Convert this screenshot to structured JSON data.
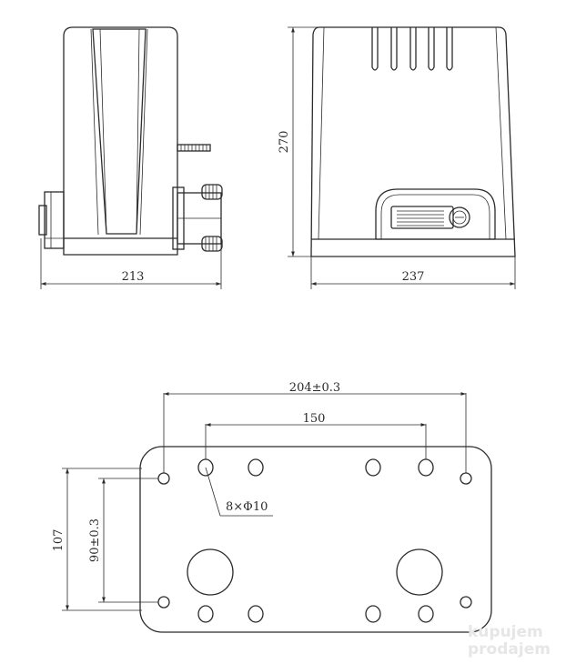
{
  "side_view": {
    "width_label": "213"
  },
  "front_view": {
    "width_label": "237",
    "height_label": "270"
  },
  "base_plate": {
    "outer_hole_spacing_label": "204±0.3",
    "inner_hole_spacing_label": "150",
    "hole_spec_label": "8×Φ10",
    "outer_height_label": "107",
    "inner_height_label": "90±0.3"
  },
  "watermark": {
    "line1": "kupujem",
    "line2": "prodajem"
  }
}
